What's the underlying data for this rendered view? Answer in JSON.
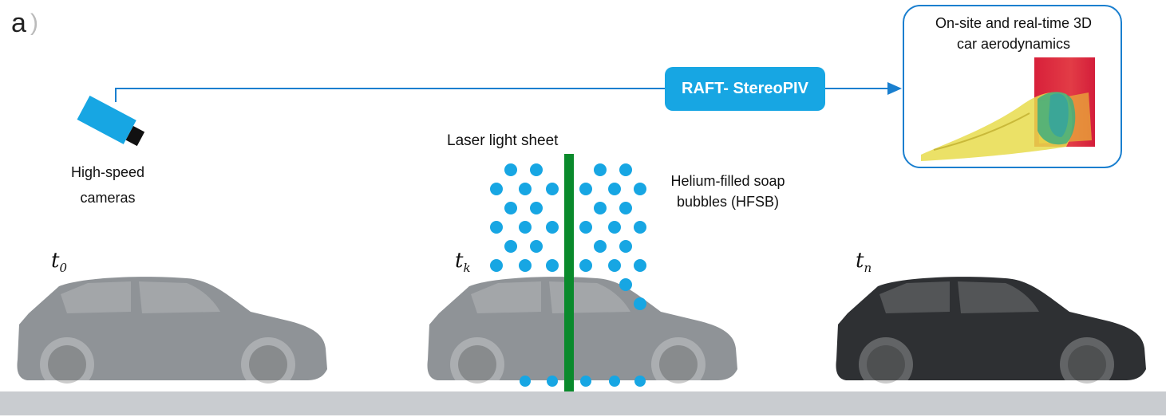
{
  "panel": {
    "label": "a",
    "paren": ")"
  },
  "camera": {
    "label_line1": "High-speed",
    "label_line2": "cameras"
  },
  "process": {
    "label": "RAFT- StereoPIV"
  },
  "result": {
    "title_line1": "On-site and real-time 3D",
    "title_line2": "car aerodynamics"
  },
  "laser": {
    "label": "Laser light sheet",
    "color": "#0a8a2c"
  },
  "bubbles": {
    "label_line1": "Helium-filled soap",
    "label_line2": "bubbles (HFSB)",
    "color": "#17a6e3"
  },
  "times": [
    {
      "base": "t",
      "sub": "0"
    },
    {
      "base": "t",
      "sub": "k"
    },
    {
      "base": "t",
      "sub": "n"
    }
  ],
  "colors": {
    "arrow": "#1a7fcf",
    "accent": "#17a6e3",
    "car_faded": "#8f9397",
    "car_dark": "#2e3033"
  }
}
